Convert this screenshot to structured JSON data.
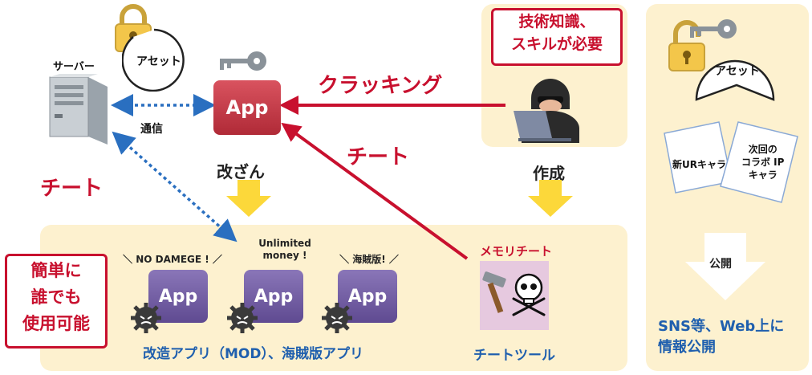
{
  "labels": {
    "asset_top": "アセット",
    "server": "サーバー",
    "communication": "通信",
    "cheat_left": "チート",
    "tampering": "改ざん",
    "cracking": "クラッキング",
    "cheat_middle": "チート",
    "skill_line1": "技術知識、",
    "skill_line2": "スキルが必要",
    "create": "作成",
    "memory_cheat": "メモリチート",
    "cheat_tool": "チートツール",
    "easy_line1": "簡単に",
    "easy_line2": "誰でも",
    "easy_line3": "使用可能",
    "mod_apps": "改造アプリ（MOD）、海賊版アプリ",
    "asset_right": "アセット",
    "doc1": "新URキャラ",
    "doc2_line1": "次回の",
    "doc2_line2": "コラボ IP",
    "doc2_line3": "キャラ",
    "publish": "公開",
    "sns_line1": "SNS等、Web上に",
    "sns_line2": "情報公開"
  },
  "app_label": "App",
  "modded": [
    {
      "tag_line1": "＼ NO DAMEGE ! ／",
      "tag_line2": ""
    },
    {
      "tag_line1": "Unlimited",
      "tag_line2": "money ! "
    },
    {
      "tag_line1": "＼ 海賊版! ／",
      "tag_line2": ""
    }
  ],
  "colors": {
    "panel": "#fdf1cf",
    "red": "#c8102e",
    "blue": "#1f5fae",
    "arrow_yellow": "#fcd83a",
    "app_red": "#c23a47",
    "app_purple": "#6f5a9e"
  },
  "icons": [
    "padlock-icon",
    "key-icon",
    "server-icon",
    "hacker-icon",
    "hammer-icon",
    "skull-icon",
    "virus-icon",
    "open-padlock-icon",
    "document-icon"
  ]
}
